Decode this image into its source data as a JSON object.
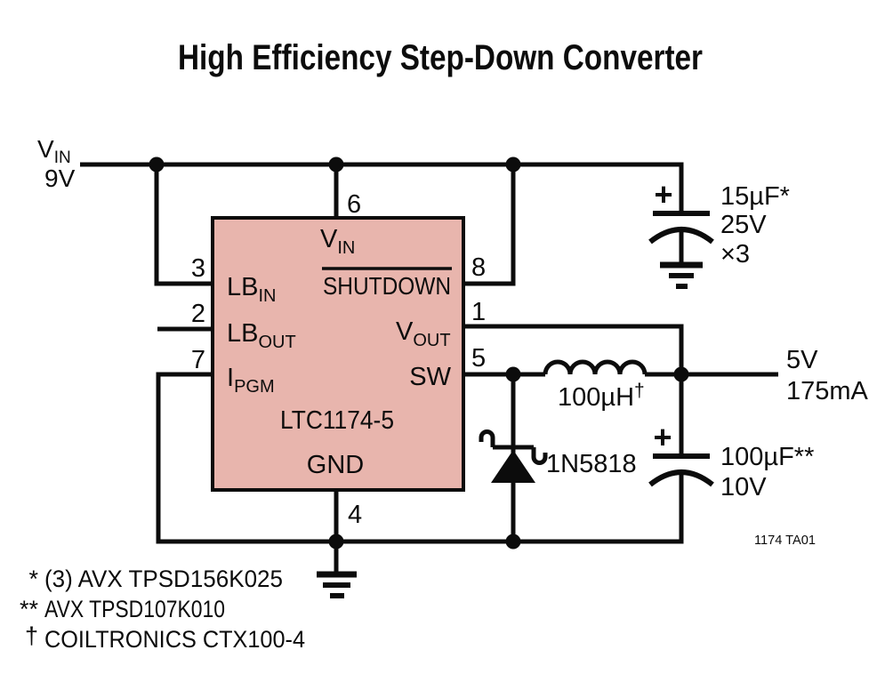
{
  "title": "High Efficiency Step-Down Converter",
  "figure_id": "1174 TA01",
  "colors": {
    "ic_fill": "#e8b5ad",
    "line": "#0c0c0c"
  },
  "input": {
    "rail_main": "V",
    "rail_sub": "IN",
    "rail_value": "9V"
  },
  "output": {
    "voltage": "5V",
    "current": "175mA"
  },
  "ic": {
    "part": "LTC1174-5",
    "pins": {
      "vin": {
        "num": "6",
        "main": "V",
        "sub": "IN"
      },
      "shutdown": {
        "num": "8",
        "label": "SHUTDOWN"
      },
      "lb_in": {
        "num": "3",
        "main": "LB",
        "sub": "IN"
      },
      "lb_out": {
        "num": "2",
        "main": "LB",
        "sub": "OUT"
      },
      "v_out": {
        "num": "1",
        "main": "V",
        "sub": "OUT"
      },
      "i_pgm": {
        "num": "7",
        "main": "I",
        "sub": "PGM"
      },
      "sw": {
        "num": "5",
        "label": "SW"
      },
      "gnd": {
        "num": "4",
        "label": "GND"
      }
    }
  },
  "components": {
    "input_cap": {
      "polarity": "+",
      "value": "15µF*",
      "voltage": "25V",
      "qty": "×3"
    },
    "inductor": {
      "value": "100µH",
      "mark": "†"
    },
    "diode": {
      "part": "1N5818"
    },
    "output_cap": {
      "polarity": "+",
      "value": "100µF**",
      "voltage": "10V"
    }
  },
  "notes": [
    {
      "mark": "*",
      "text": "(3) AVX TPSD156K025"
    },
    {
      "mark": "**",
      "text": "AVX TPSD107K010"
    },
    {
      "mark": "†",
      "text": "COILTRONICS CTX100-4"
    }
  ]
}
